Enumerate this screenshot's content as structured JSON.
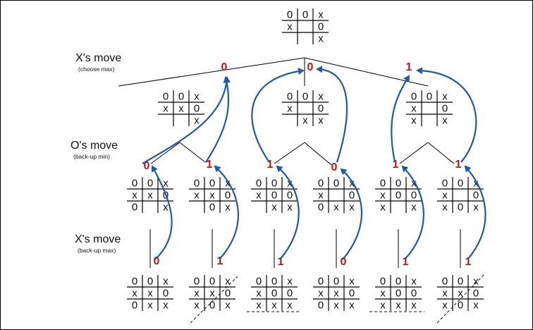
{
  "labels": {
    "level1": {
      "title": "X's move",
      "sub": "(choose max)"
    },
    "level2": {
      "title": "O's move",
      "sub": "(back-up min)"
    },
    "level3": {
      "title": "X's move",
      "sub": "(back-up max)"
    }
  },
  "colors": {
    "value": "#cc1111",
    "arrow": "#1f5aa6",
    "line": "#000000"
  },
  "root_board": [
    "0",
    "0",
    "x",
    "x",
    "",
    "0",
    "",
    "",
    "x"
  ],
  "root_value": "",
  "level1": [
    {
      "value": "0",
      "board": [
        "0",
        "0",
        "x",
        "x",
        "x",
        "0",
        "",
        "",
        "x"
      ]
    },
    {
      "value": "0",
      "board": [
        "0",
        "0",
        "x",
        "x",
        "",
        "0",
        "",
        "x",
        "x"
      ]
    },
    {
      "value": "1",
      "board": [
        "0",
        "0",
        "x",
        "x",
        "",
        "0",
        "x",
        "",
        "x"
      ]
    }
  ],
  "level2": [
    {
      "value": "0",
      "board": [
        "0",
        "0",
        "x",
        "x",
        "x",
        "0",
        "0",
        "",
        "x"
      ]
    },
    {
      "value": "1",
      "board": [
        "0",
        "0",
        "x",
        "x",
        "x",
        "0",
        "",
        "0",
        "x"
      ]
    },
    {
      "value": "1",
      "board": [
        "0",
        "0",
        "x",
        "x",
        "0",
        "0",
        "",
        "x",
        "x"
      ]
    },
    {
      "value": "0",
      "board": [
        "0",
        "0",
        "x",
        "x",
        "",
        "0",
        "0",
        "x",
        "x"
      ]
    },
    {
      "value": "1",
      "board": [
        "0",
        "0",
        "x",
        "x",
        "0",
        "0",
        "x",
        "",
        "x"
      ]
    },
    {
      "value": "1",
      "board": [
        "0",
        "0",
        "x",
        "x",
        "",
        "0",
        "x",
        "0",
        "x"
      ]
    }
  ],
  "level3": [
    {
      "value": "0",
      "board": [
        "0",
        "0",
        "x",
        "x",
        "x",
        "0",
        "0",
        "x",
        "x"
      ]
    },
    {
      "value": "1",
      "board": [
        "0",
        "0",
        "x",
        "x",
        "x",
        "0",
        "x",
        "0",
        "x"
      ]
    },
    {
      "value": "1",
      "board": [
        "0",
        "0",
        "x",
        "x",
        "0",
        "0",
        "x",
        "x",
        "x"
      ]
    },
    {
      "value": "0",
      "board": [
        "0",
        "0",
        "x",
        "x",
        "x",
        "0",
        "0",
        "x",
        "x"
      ]
    },
    {
      "value": "1",
      "board": [
        "0",
        "0",
        "x",
        "x",
        "0",
        "0",
        "x",
        "x",
        "x"
      ]
    },
    {
      "value": "1",
      "board": [
        "0",
        "0",
        "x",
        "x",
        "x",
        "0",
        "x",
        "0",
        "x"
      ]
    }
  ]
}
